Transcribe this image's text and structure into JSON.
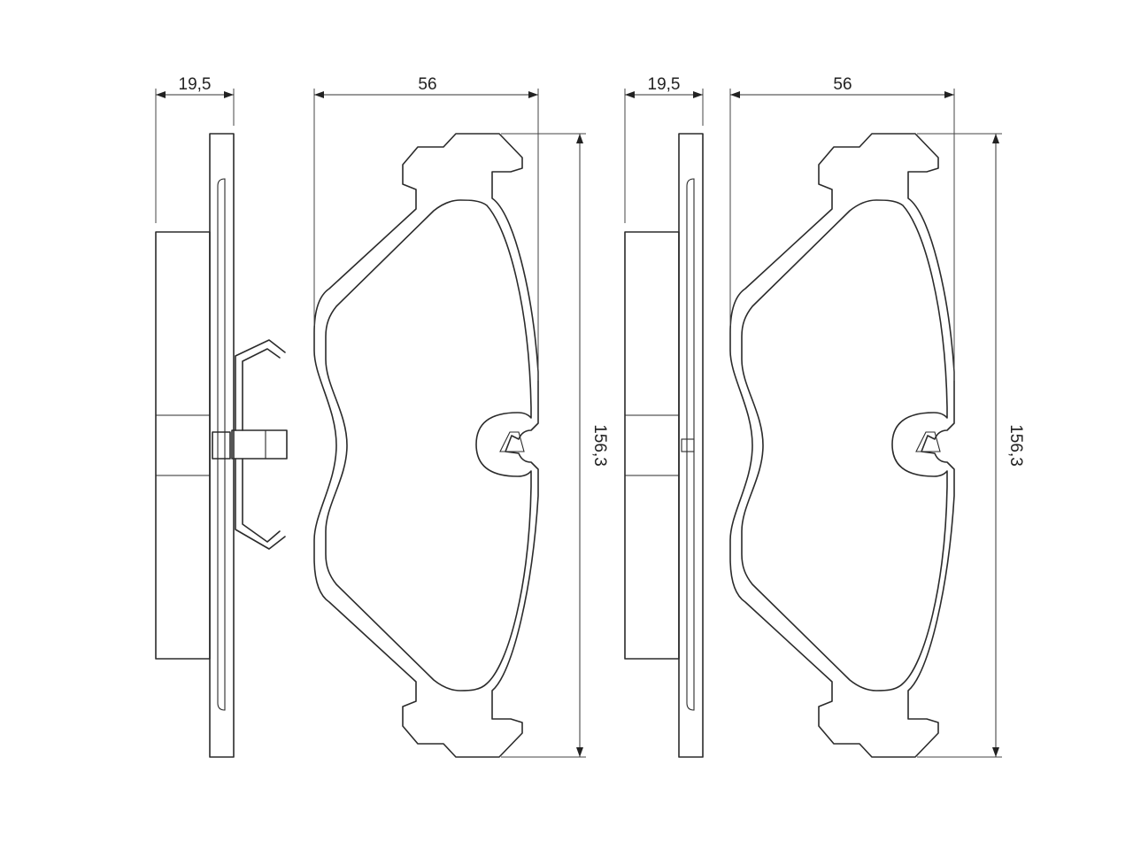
{
  "views": [
    {
      "name": "pad-with-clip",
      "has_clip": true,
      "dimensions": {
        "thickness": "19,5",
        "width": "56",
        "height": "156,3"
      }
    },
    {
      "name": "pad-without-clip",
      "has_clip": false,
      "dimensions": {
        "thickness": "19,5",
        "width": "56",
        "height": "156,3"
      }
    }
  ]
}
